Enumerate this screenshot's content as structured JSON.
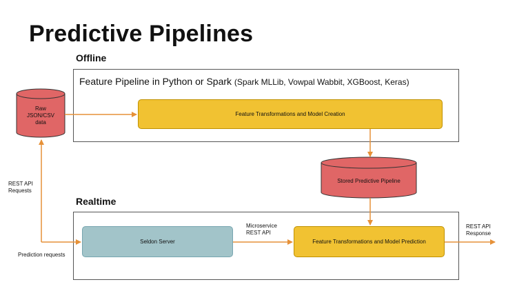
{
  "title": "Predictive Pipelines",
  "offline": {
    "label": "Offline",
    "frame_title": "Feature Pipeline in Python or Spark",
    "frame_subtitle": "(Spark MLLib, Vowpal Wabbit, XGBoost, Keras)",
    "transform_box": "Feature Transformations and Model Creation"
  },
  "raw_data": {
    "line1": "Raw",
    "line2": "JSON/CSV",
    "line3": "data"
  },
  "stored_pipeline": "Stored Predictive Pipeline",
  "realtime": {
    "label": "Realtime",
    "seldon_box": "Seldon Server",
    "prediction_box": "Feature Transformations and Model Prediction"
  },
  "labels": {
    "rest_api_requests_1": "REST API",
    "rest_api_requests_2": "Requests",
    "prediction_requests": "Prediction requests",
    "microservice_1": "Microservice",
    "microservice_2": "REST API",
    "rest_api_response_1": "REST API",
    "rest_api_response_2": "Response"
  },
  "colors": {
    "yellow": "#f1c232",
    "teal": "#a2c4c9",
    "salmon": "#e06666",
    "arrow": "#e69138"
  }
}
